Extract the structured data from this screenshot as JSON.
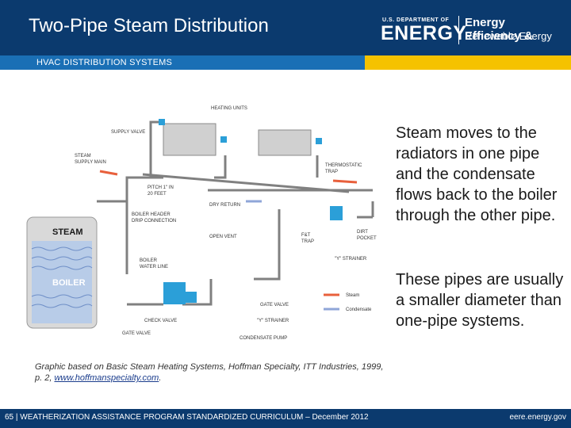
{
  "header": {
    "title": "Two-Pipe Steam Distribution",
    "logo": {
      "line1": "U.S. DEPARTMENT OF",
      "line2": "ENERGY",
      "line3": "Energy Efficiency &",
      "line4": "Renewable Energy"
    }
  },
  "subheader": "HVAC DISTRIBUTION SYSTEMS",
  "colors": {
    "navy": "#0b3a6e",
    "blue": "#1a6fb5",
    "yellow": "#f5c200",
    "steam": "#e8603c",
    "condensate": "#8fa6d8",
    "pipe": "#808080"
  },
  "diagram": {
    "labels": {
      "heating_units": "HEATING UNITS",
      "supply_valve": "SUPPLY VALVE",
      "steam_supply_main_1": "STEAM",
      "steam_supply_main_2": "SUPPLY MAIN",
      "thermostatic_trap_1": "THERMOSTATIC",
      "thermostatic_trap_2": "TRAP",
      "pitch_1": "PITCH 1\" IN",
      "pitch_2": "20 FEET",
      "dry_return": "DRY RETURN",
      "boiler_header_1": "BOILER HEADER",
      "boiler_header_2": "DRIP CONNECTION",
      "steam": "STEAM",
      "open_vent": "OPEN VENT",
      "fst_trap_1": "F&T",
      "fst_trap_2": "TRAP",
      "dirt_pocket_1": "DIRT",
      "dirt_pocket_2": "POCKET",
      "y_strainer_top": "\"Y\" STRAINER",
      "boiler_water_line_1": "BOILER",
      "boiler_water_line_2": "WATER LINE",
      "boiler": "BOILER",
      "gate_valve_right": "GATE VALVE",
      "check_valve": "CHECK VALVE",
      "y_strainer_bottom": "\"Y\" STRAINER",
      "gate_valve_left": "GATE VALVE",
      "condensate_pump": "CONDENSATE PUMP",
      "legend_steam": "Steam",
      "legend_condensate": "Condensate"
    }
  },
  "body": {
    "paragraph1": "Steam moves to the radiators in one pipe and the condensate flows back to the boiler through the other pipe.",
    "paragraph2": "These pipes are usually a smaller diameter than one-pipe systems."
  },
  "caption": {
    "text": "Graphic based on Basic Steam Heating Systems, Hoffman Specialty, ITT Industries, 1999, p. 2,",
    "link": "www.hoffmanspecialty.com",
    "end": "."
  },
  "footer": {
    "left": "65 | WEATHERIZATION ASSISTANCE PROGRAM STANDARDIZED CURRICULUM – December 2012",
    "right": "eere.energy.gov"
  }
}
